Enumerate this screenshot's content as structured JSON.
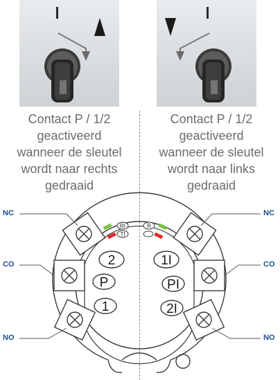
{
  "left": {
    "caption": [
      "Contact P / 1/2",
      "geactiveerd",
      "wanneer de sleutel",
      "wordt naar rechts",
      "gedraaid"
    ]
  },
  "right": {
    "caption": [
      "Contact P / 1/2",
      "geactiveerd",
      "wanneer de sleutel",
      "wordt naar links",
      "gedraaid"
    ]
  },
  "terminals": {
    "left_top": "NC",
    "left_mid": "CO",
    "left_bottom": "NO",
    "right_top": "NC",
    "right_mid": "CO",
    "right_bottom": "NO"
  },
  "contacts": {
    "left": [
      "2",
      "P",
      "1"
    ],
    "right": [
      "1I",
      "PI",
      "2I"
    ]
  },
  "small_marks": {
    "left": [
      "RI",
      "TI"
    ],
    "right": [
      "R",
      ""
    ]
  },
  "switch_mark": "I",
  "colors": {
    "terminal_label": "#1f4d8c",
    "caption_text": "#6b6b6b",
    "led_green": "#7cc243",
    "led_red": "#e02b2b",
    "photo_arrow": "#5a5a5a"
  }
}
